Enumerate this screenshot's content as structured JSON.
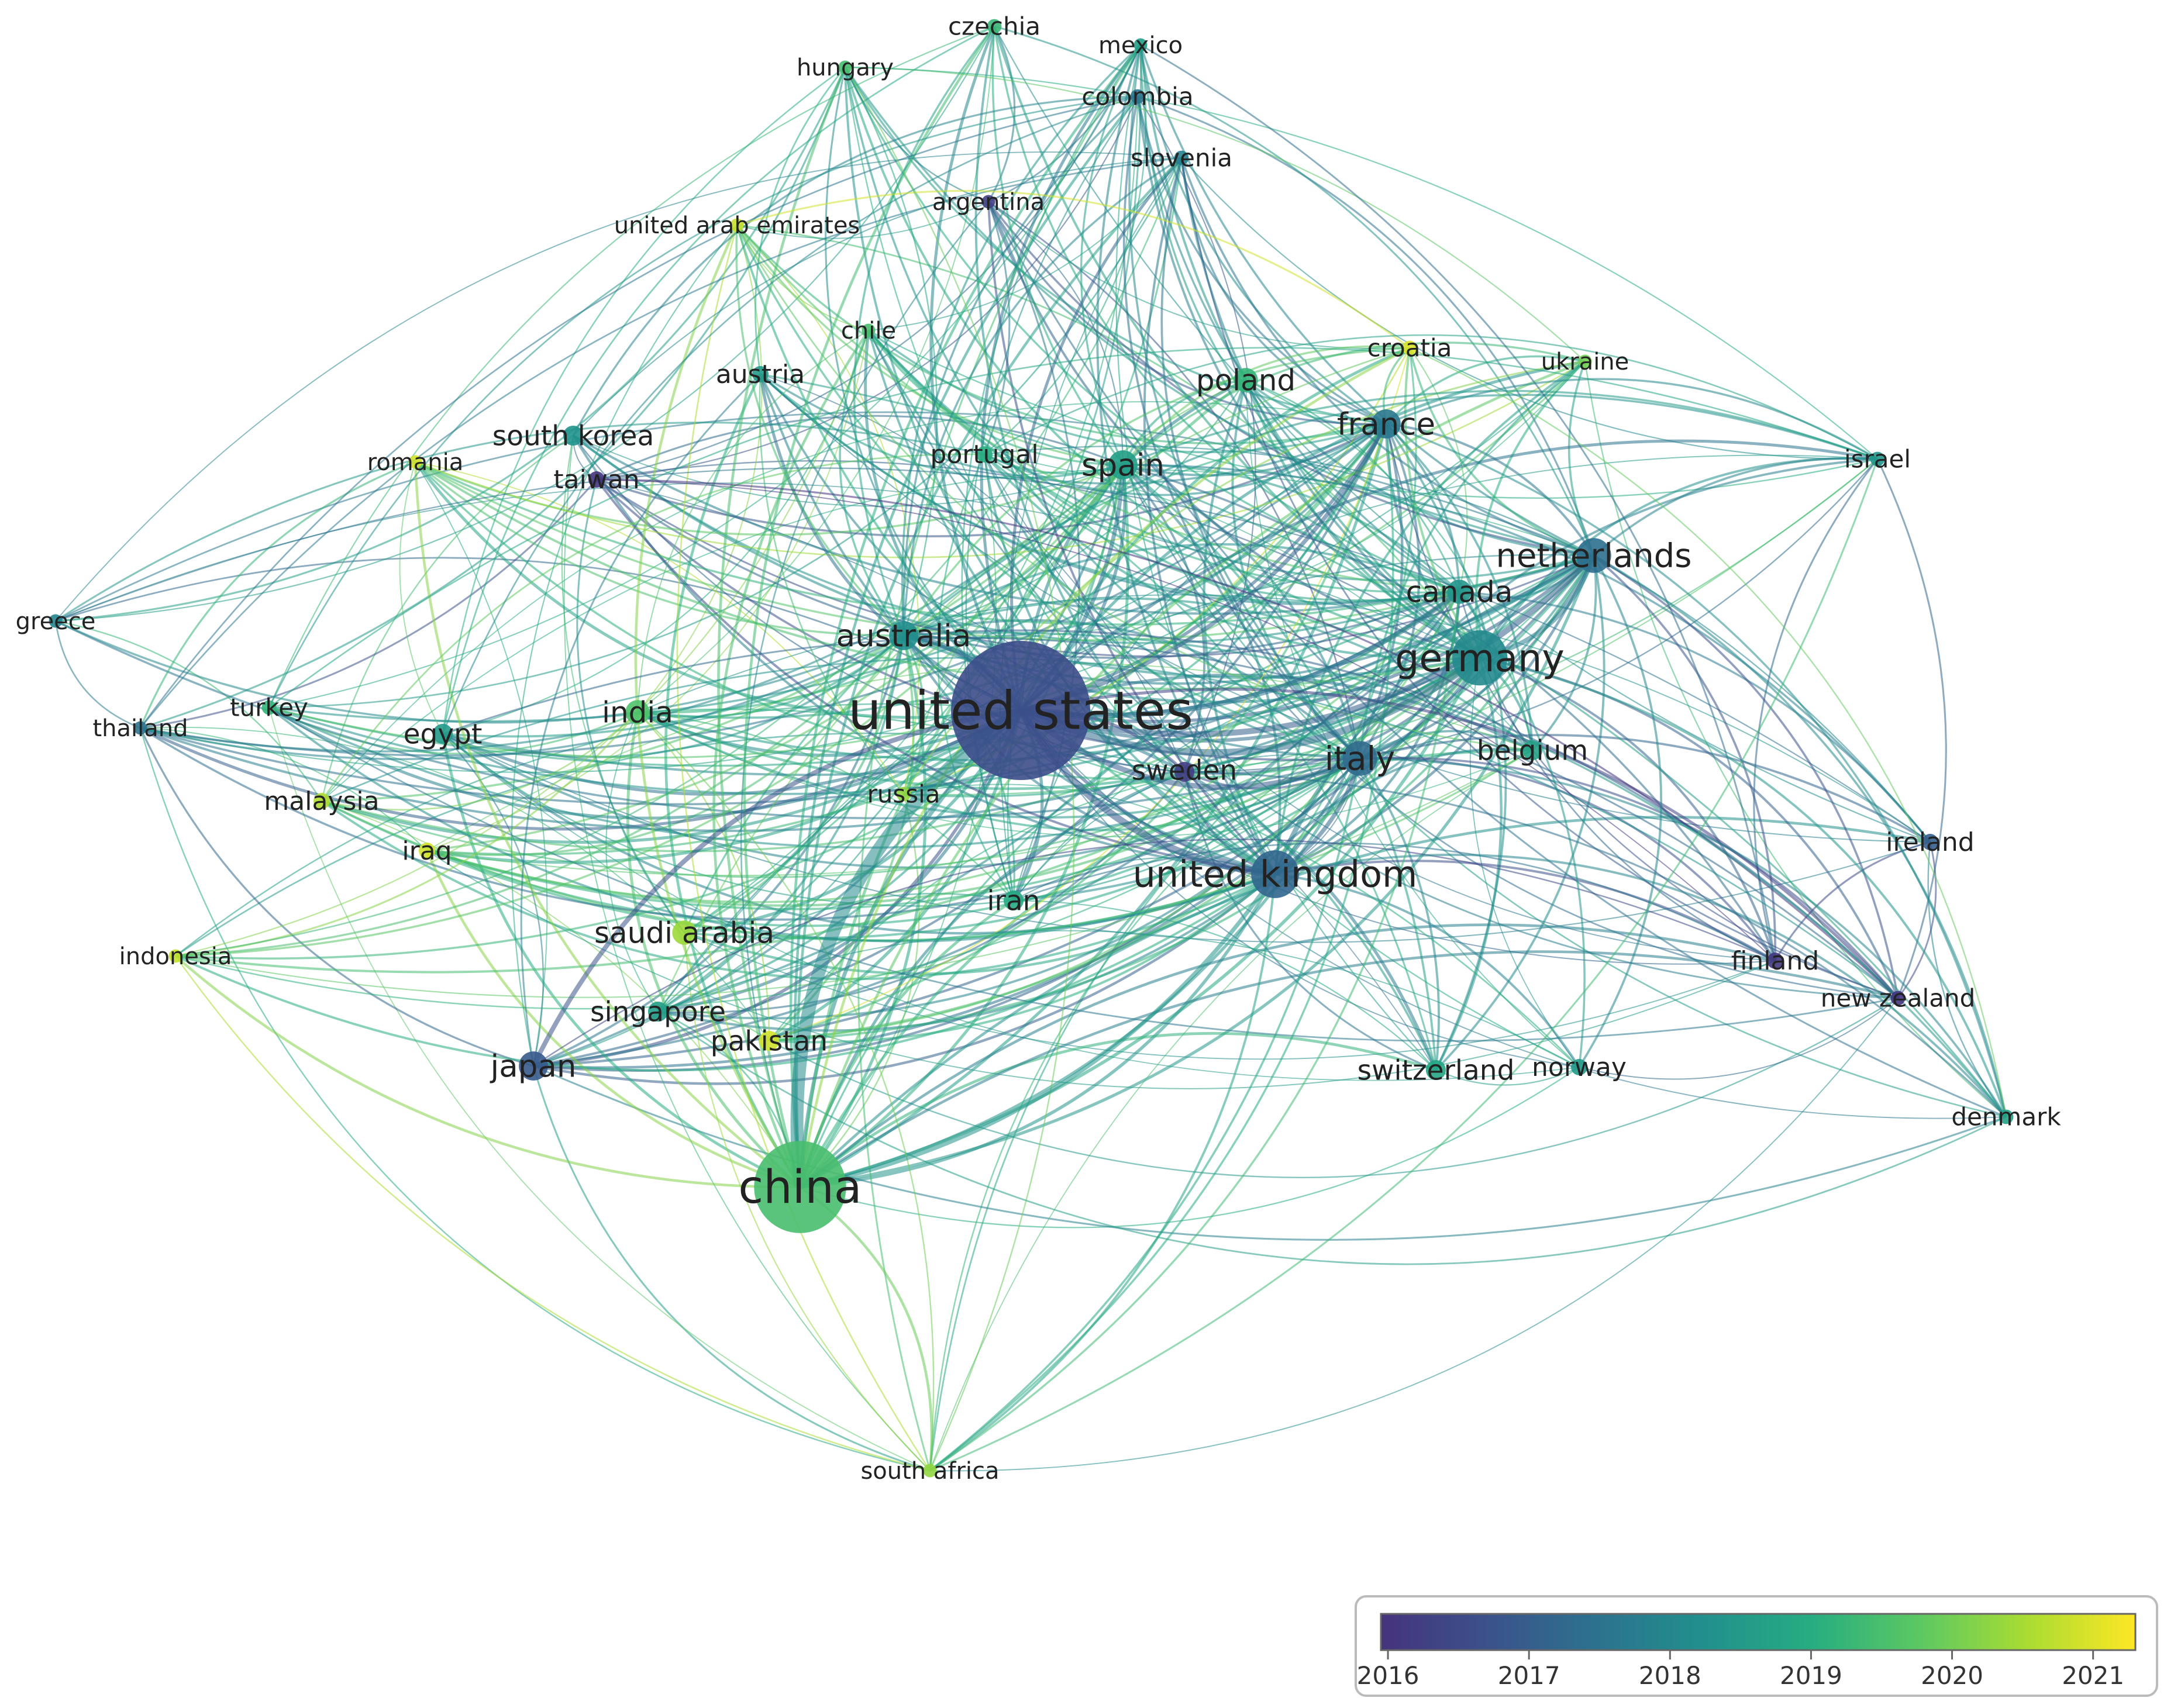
{
  "nodes": [
    {
      "id": "united_states",
      "label": "united states",
      "year": 2016.6,
      "weight": 10
    },
    {
      "id": "china",
      "label": "china",
      "year": 2019.5,
      "weight": 8
    },
    {
      "id": "germany",
      "label": "germany",
      "year": 2018.1,
      "weight": 6
    },
    {
      "id": "united_kingdom",
      "label": "united kingdom",
      "year": 2017.2,
      "weight": 5.5
    },
    {
      "id": "italy",
      "label": "italy",
      "year": 2017.3,
      "weight": 4.5
    },
    {
      "id": "netherlands",
      "label": "netherlands",
      "year": 2017.4,
      "weight": 4.5
    },
    {
      "id": "canada",
      "label": "canada",
      "year": 2018.4,
      "weight": 3.5
    },
    {
      "id": "australia",
      "label": "australia",
      "year": 2018.2,
      "weight": 4
    },
    {
      "id": "spain",
      "label": "spain",
      "year": 2018.6,
      "weight": 4
    },
    {
      "id": "france",
      "label": "france",
      "year": 2017.6,
      "weight": 4
    },
    {
      "id": "japan",
      "label": "japan",
      "year": 2016.9,
      "weight": 4
    },
    {
      "id": "poland",
      "label": "poland",
      "year": 2019.2,
      "weight": 3.5
    },
    {
      "id": "india",
      "label": "india",
      "year": 2019.6,
      "weight": 3.5
    },
    {
      "id": "sweden",
      "label": "sweden",
      "year": 2016.2,
      "weight": 3
    },
    {
      "id": "belgium",
      "label": "belgium",
      "year": 2018.7,
      "weight": 3
    },
    {
      "id": "egypt",
      "label": "egypt",
      "year": 2018.5,
      "weight": 3
    },
    {
      "id": "south_korea",
      "label": "south korea",
      "year": 2018.3,
      "weight": 3
    },
    {
      "id": "iran",
      "label": "iran",
      "year": 2018.9,
      "weight": 3
    },
    {
      "id": "saudi_arabia",
      "label": "saudi arabia",
      "year": 2020.4,
      "weight": 3.5
    },
    {
      "id": "switzerland",
      "label": "switzerland",
      "year": 2018.8,
      "weight": 3
    },
    {
      "id": "singapore",
      "label": "singapore",
      "year": 2018.6,
      "weight": 3
    },
    {
      "id": "pakistan",
      "label": "pakistan",
      "year": 2020.9,
      "weight": 3
    },
    {
      "id": "malaysia",
      "label": "malaysia",
      "year": 2020.6,
      "weight": 2.5
    },
    {
      "id": "iraq",
      "label": "iraq",
      "year": 2020.9,
      "weight": 2.5
    },
    {
      "id": "russia",
      "label": "russia",
      "year": 2020.3,
      "weight": 2.2
    },
    {
      "id": "turkey",
      "label": "turkey",
      "year": 2019.2,
      "weight": 2.2
    },
    {
      "id": "thailand",
      "label": "thailand",
      "year": 2017.5,
      "weight": 2
    },
    {
      "id": "greece",
      "label": "greece",
      "year": 2017.9,
      "weight": 2
    },
    {
      "id": "indonesia",
      "label": "indonesia",
      "year": 2020.8,
      "weight": 2
    },
    {
      "id": "taiwan",
      "label": "taiwan",
      "year": 2016.0,
      "weight": 2.5
    },
    {
      "id": "romania",
      "label": "romania",
      "year": 2020.9,
      "weight": 2
    },
    {
      "id": "austria",
      "label": "austria",
      "year": 2018.5,
      "weight": 2.5
    },
    {
      "id": "portugal",
      "label": "portugal",
      "year": 2019.0,
      "weight": 2.5
    },
    {
      "id": "chile",
      "label": "chile",
      "year": 2019.5,
      "weight": 2
    },
    {
      "id": "united_arab_emirates",
      "label": "united arab emirates",
      "year": 2020.8,
      "weight": 2
    },
    {
      "id": "argentina",
      "label": "argentina",
      "year": 2016.2,
      "weight": 2
    },
    {
      "id": "hungary",
      "label": "hungary",
      "year": 2019.5,
      "weight": 2
    },
    {
      "id": "czechia",
      "label": "czechia",
      "year": 2019.3,
      "weight": 2.2
    },
    {
      "id": "mexico",
      "label": "mexico",
      "year": 2018.6,
      "weight": 2
    },
    {
      "id": "colombia",
      "label": "colombia",
      "year": 2017.5,
      "weight": 2.2
    },
    {
      "id": "slovenia",
      "label": "slovenia",
      "year": 2017.8,
      "weight": 2.2
    },
    {
      "id": "croatia",
      "label": "croatia",
      "year": 2021.0,
      "weight": 2.2
    },
    {
      "id": "ukraine",
      "label": "ukraine",
      "year": 2020.0,
      "weight": 2
    },
    {
      "id": "israel",
      "label": "israel",
      "year": 2018.4,
      "weight": 2.2
    },
    {
      "id": "ireland",
      "label": "ireland",
      "year": 2017.0,
      "weight": 2.5
    },
    {
      "id": "finland",
      "label": "finland",
      "year": 2016.1,
      "weight": 2.5
    },
    {
      "id": "new_zealand",
      "label": "new zealand",
      "year": 2016.0,
      "weight": 2.2
    },
    {
      "id": "norway",
      "label": "norway",
      "year": 2018.5,
      "weight": 2.5
    },
    {
      "id": "denmark",
      "label": "denmark",
      "year": 2018.7,
      "weight": 2.2
    },
    {
      "id": "south_africa",
      "label": "south africa",
      "year": 2020.3,
      "weight": 2
    }
  ],
  "legend": {
    "ticks": [
      "2016",
      "2017",
      "2018",
      "2019",
      "2020",
      "2021"
    ],
    "range": [
      2015.95,
      2021.3
    ],
    "colors": [
      "#45337d",
      "#3b528b",
      "#2c728e",
      "#21908d",
      "#27ad81",
      "#5cc863",
      "#aadc32",
      "#fde725"
    ]
  }
}
